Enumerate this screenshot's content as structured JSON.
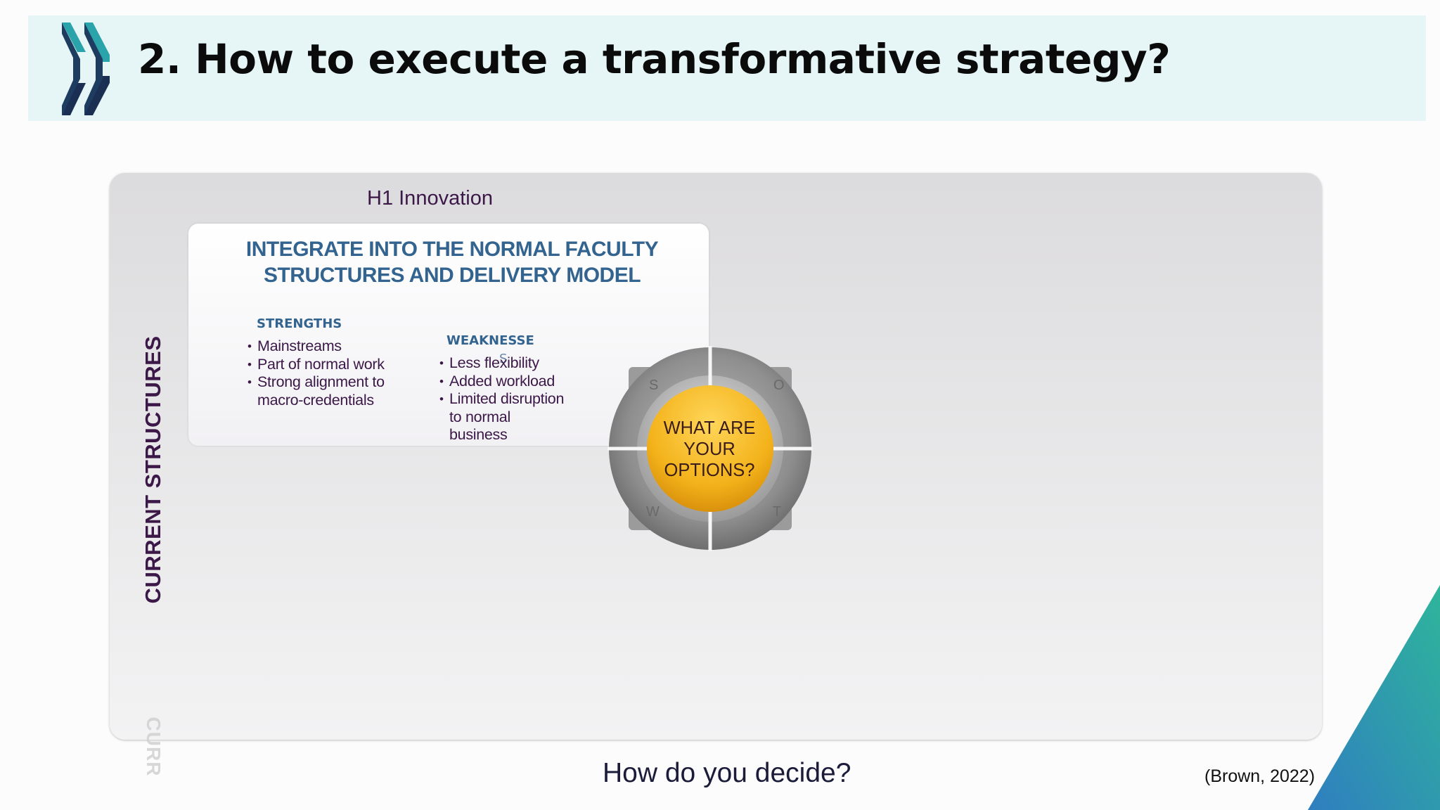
{
  "slide": {
    "title": "2. How to execute a transformative strategy?",
    "subtitle_top": "H1 Innovation",
    "vertical_label": "CURRENT  STRUCTURES",
    "vertical_label_ghost": "CURR",
    "card": {
      "title_line1": "INTEGRATE INTO THE NORMAL FACULTY",
      "title_line2": "STRUCTURES AND DELIVERY MODEL",
      "strengths": {
        "heading": "STRENGTHS",
        "items": [
          "Mainstreams",
          "Part of normal work",
          "Strong alignment to",
          "macro-credentials"
        ]
      },
      "weaknesses": {
        "heading_line1": "WEAKNESSE",
        "heading_line2": "S",
        "items": [
          "Less flexibility",
          "Added workload",
          "Limited disruption",
          "to normal",
          "business"
        ]
      }
    },
    "swot": {
      "s": "S",
      "o": "O",
      "w": "W",
      "t": "T",
      "center_line1": "WHAT ARE",
      "center_line2": "YOUR",
      "center_line3": "OPTIONS?"
    },
    "footer_question": "How do you decide?",
    "citation": "(Brown, 2022)"
  },
  "colors": {
    "header_bg": "#e6f5f6",
    "title": "#0b0b0b",
    "card_title": "#33638f",
    "body_purple": "#3b1848",
    "wheel_gold": "#f3b21a",
    "corner_teal": "#25a89a",
    "corner_blue": "#2f7ec0"
  },
  "icons": [
    "oecd-chevron-logo-icon",
    "swot-wheel-icon",
    "corner-triangle-decoration"
  ]
}
